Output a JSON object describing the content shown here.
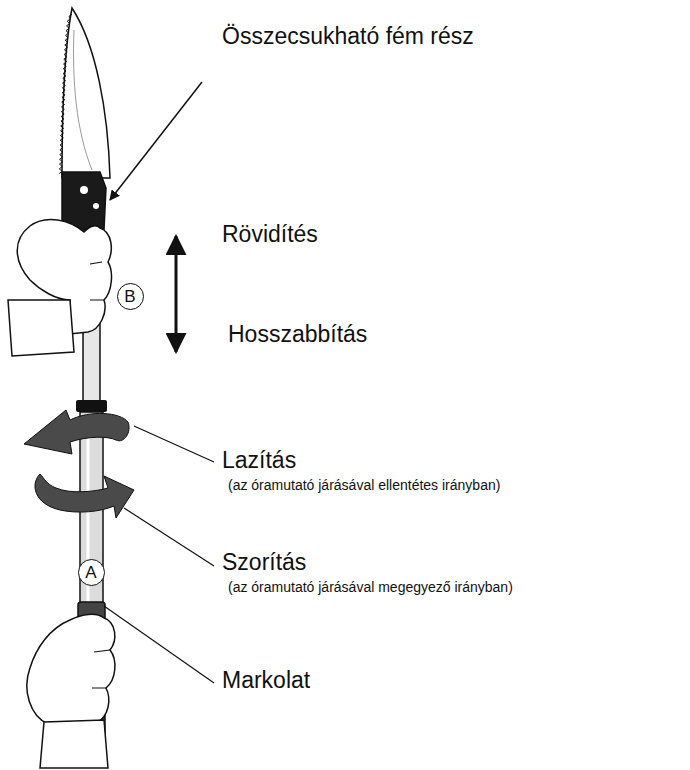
{
  "diagram": {
    "nodes": [
      {
        "text": [
          "B"
        ]
      },
      {
        "text": [
          "A"
        ]
      }
    ],
    "labels": [
      "Összecsukható fém rész",
      "Rövidítés",
      "Hosszabbítás",
      "Lazítás",
      "(az óramutató járásával ellentétes irányban)",
      "Szorítás",
      "(az óramutató járásával megegyező irányban)",
      "Markolat"
    ]
  }
}
